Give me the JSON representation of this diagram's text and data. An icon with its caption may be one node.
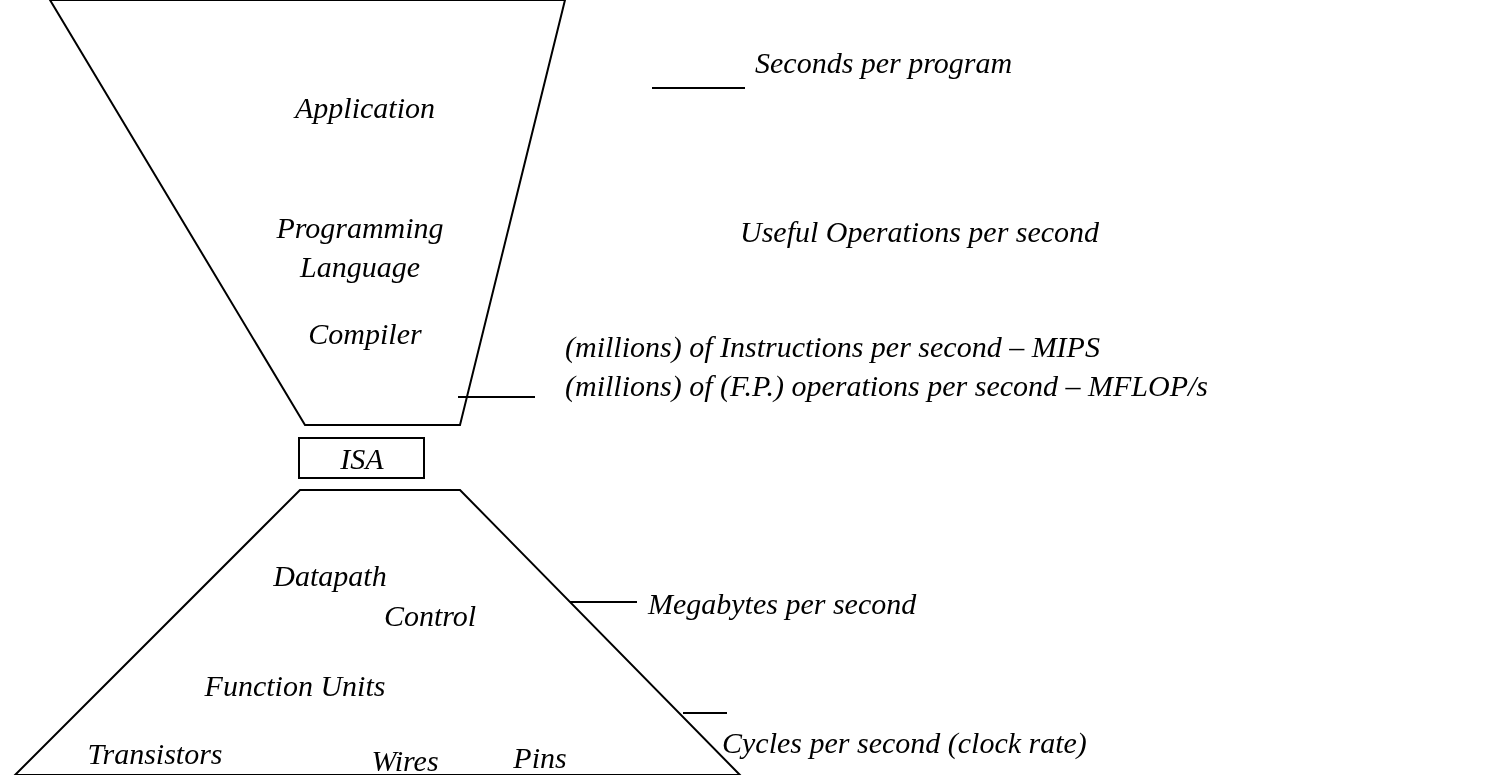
{
  "diagram": {
    "nodes": [
      {
        "text": [
          "Application",
          "Programming Language",
          "Compiler"
        ]
      },
      {
        "text": [
          "ISA"
        ]
      },
      {
        "text": [
          "Datapath",
          "Control",
          "Function Units",
          "Transistors",
          "Wires",
          "Pins"
        ]
      }
    ],
    "edges": [],
    "labels": [
      "Seconds per program",
      "Useful Operations per second",
      "(millions) of Instructions per second – MIPS",
      "(millions) of (F.P.) operations per second – MFLOP/s",
      "Megabytes per second",
      "Cycles per second (clock rate)"
    ]
  }
}
